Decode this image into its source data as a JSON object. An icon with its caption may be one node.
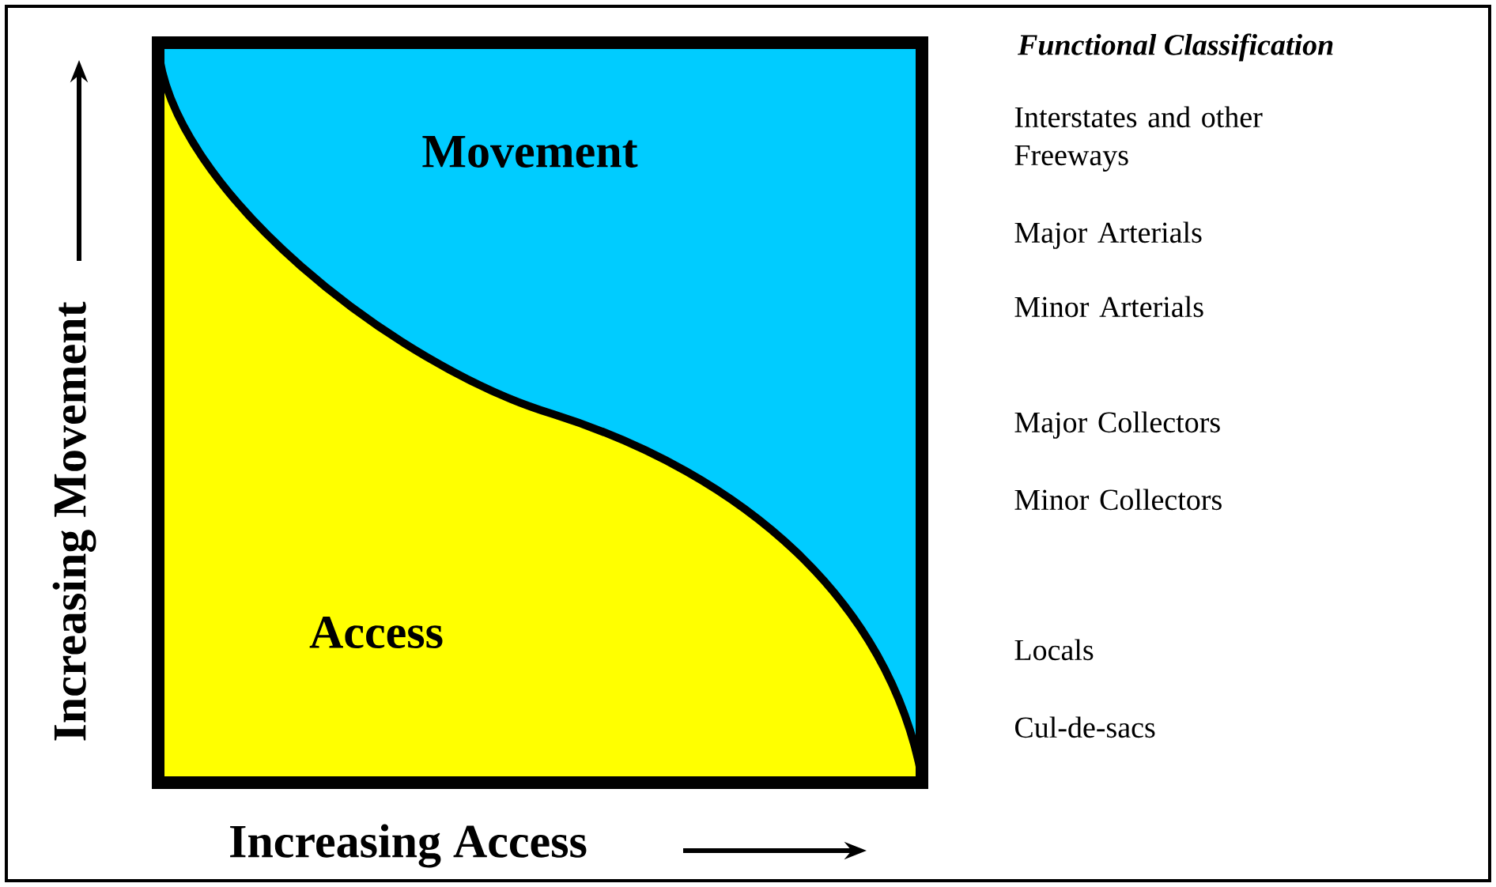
{
  "diagram": {
    "nodes": [
      {
        "text": [
          "Movement"
        ]
      },
      {
        "text": [
          "Access"
        ]
      }
    ],
    "labels": [
      "Increasing Movement",
      "Increasing Access",
      "Functional Classification",
      "Interstates and other Freeways",
      "Major Arterials",
      "Minor Arterials",
      "Major Collectors",
      "Minor Collectors",
      "Locals",
      "Cul-de-sacs"
    ]
  }
}
